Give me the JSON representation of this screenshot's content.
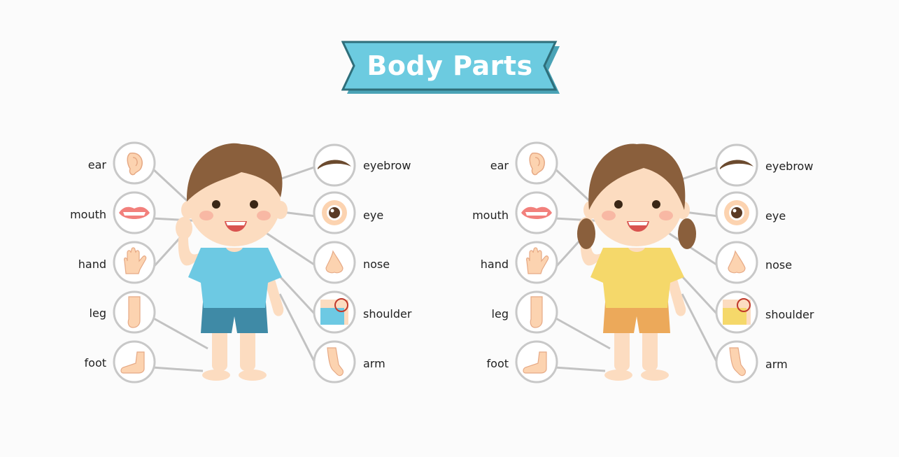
{
  "title": "Body Parts",
  "colors": {
    "banner": "#6ccbe0",
    "banner_shadow": "#4aa3b6",
    "banner_border": "#2e6e7a",
    "circle_stroke": "#c8c8c8",
    "line": "#c2c2c2",
    "skin": "#fcdcc0",
    "boy_shirt": "#6dc9e3",
    "boy_shorts": "#3f8aa6",
    "girl_shirt": "#f5d86a",
    "girl_shorts": "#eca95a",
    "hair": "#8a5f3c"
  },
  "boy": {
    "left_labels": [
      "ear",
      "mouth",
      "hand",
      "leg",
      "foot"
    ],
    "right_labels": [
      "eyebrow",
      "eye",
      "nose",
      "shoulder",
      "arm"
    ]
  },
  "girl": {
    "left_labels": [
      "ear",
      "mouth",
      "hand",
      "leg",
      "foot"
    ],
    "right_labels": [
      "eyebrow",
      "eye",
      "nose",
      "shoulder",
      "arm"
    ]
  }
}
